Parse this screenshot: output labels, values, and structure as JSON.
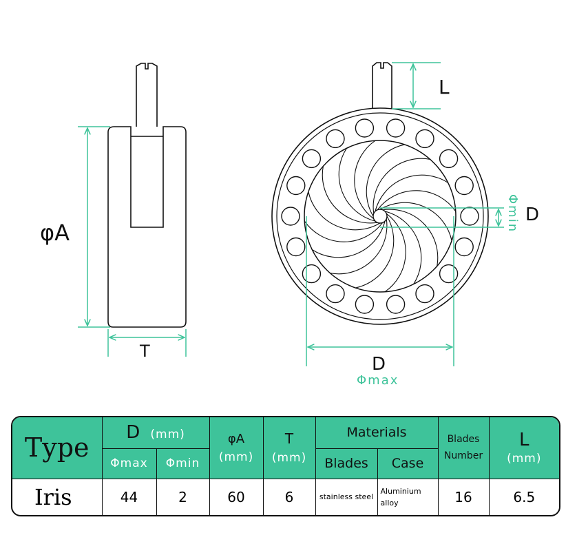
{
  "drawing": {
    "side_view": {
      "diameter_label": "φA",
      "thickness_label": "T"
    },
    "front_view": {
      "lever_label": "L",
      "min_label": "Φmin",
      "min_dim_label": "D",
      "max_dim_label": "D",
      "max_label": "Φmax"
    }
  },
  "spec_table": {
    "type_header": "Type",
    "d_header": "D",
    "d_unit": "(mm)",
    "phimax_header": "Φmax",
    "phimin_header": "Φmin",
    "a_header": "φA",
    "a_unit": "(mm)",
    "t_header": "T",
    "t_unit": "(mm)",
    "materials_header": "Materials",
    "blades_header": "Blades",
    "case_header": "Case",
    "blades_number_line1": "Blades",
    "blades_number_line2": "Number",
    "l_header": "L",
    "l_unit": "(mm)",
    "row": {
      "type": "Iris",
      "phimax": "44",
      "phimin": "2",
      "a": "60",
      "t": "6",
      "blade_material": "stainless steel",
      "case_material_line1": "Aluminium",
      "case_material_line2": "alloy",
      "blades_number": "16",
      "l": "6.5"
    }
  },
  "colors": {
    "accent": "#3ec39a",
    "outline": "#111111"
  }
}
